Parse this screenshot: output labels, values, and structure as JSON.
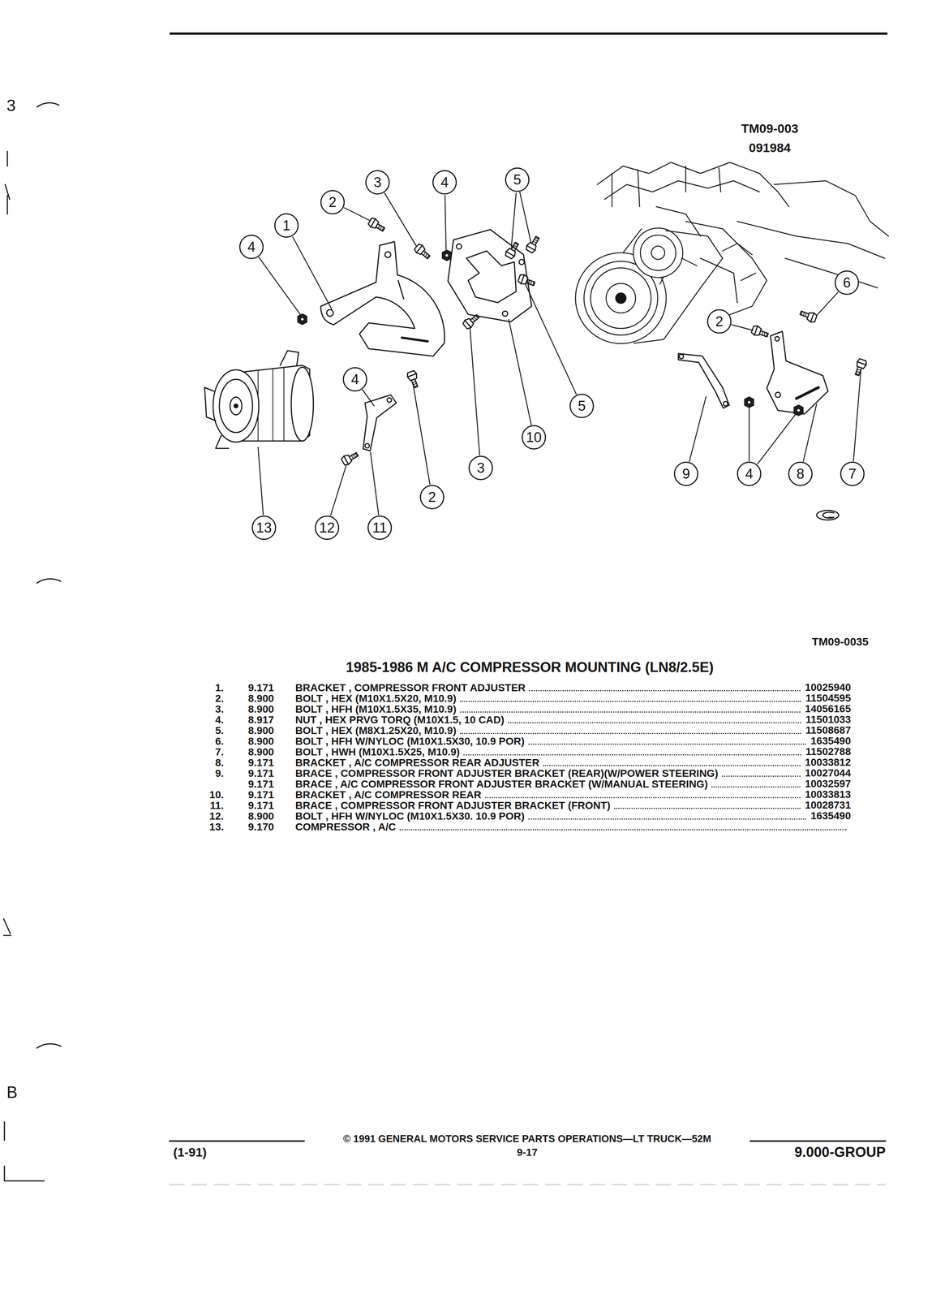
{
  "diagram": {
    "title": "1985-1986 M A/C COMPRESSOR MOUNTING (LN8/2.5E)",
    "nodes": [
      {
        "text": [
          "3"
        ]
      },
      {
        "text": [
          "4"
        ]
      },
      {
        "text": [
          "5"
        ]
      },
      {
        "text": [
          "2"
        ]
      },
      {
        "text": [
          "1"
        ]
      },
      {
        "text": [
          "4"
        ]
      },
      {
        "text": [
          "6"
        ]
      },
      {
        "text": [
          "2"
        ]
      },
      {
        "text": [
          "4"
        ]
      },
      {
        "text": [
          "5"
        ]
      },
      {
        "text": [
          "10"
        ]
      },
      {
        "text": [
          "3"
        ]
      },
      {
        "text": [
          "9"
        ]
      },
      {
        "text": [
          "4"
        ]
      },
      {
        "text": [
          "8"
        ]
      },
      {
        "text": [
          "7"
        ]
      },
      {
        "text": [
          "2"
        ]
      },
      {
        "text": [
          "13"
        ]
      },
      {
        "text": [
          "12"
        ]
      },
      {
        "text": [
          "11"
        ]
      }
    ],
    "labels": [
      "TM09-003",
      "091984",
      "TM09-0035",
      "1.",
      "9.171",
      "BRACKET , COMPRESSOR FRONT ADJUSTER",
      "10025940",
      "2.",
      "8.900",
      "BOLT , HEX (M10X1.5X20, M10.9)",
      "11504595",
      "3.",
      "8.900",
      "BOLT , HFH (M10X1.5X35, M10.9)",
      "14056165",
      "4.",
      "8.917",
      "NUT , HEX PRVG TORQ (M10X1.5, 10 CAD)",
      "11501033",
      "5.",
      "8.900",
      "BOLT , HEX (M8X1.25X20, M10.9)",
      "11508687",
      "6.",
      "8.900",
      "BOLT , HFH W/NYLOC (M10X1.5X30, 10.9 POR)",
      "1635490",
      "7.",
      "8.900",
      "BOLT , HWH (M10X1.5X25, M10.9)",
      "11502788",
      "8.",
      "9.171",
      "BRACKET , A/C COMPRESSOR REAR ADJUSTER",
      "10033812",
      "9.",
      "9.171",
      "BRACE , COMPRESSOR FRONT ADJUSTER BRACKET (REAR)(W/POWER STEERING)",
      "10027044",
      "9.171",
      "BRACE , A/C COMPRESSOR FRONT ADJUSTER BRACKET (W/MANUAL STEERING)",
      "10032597",
      "10.",
      "9.171",
      "BRACKET , A/C COMPRESSOR REAR",
      "10033813",
      "11.",
      "9.171",
      "BRACE , COMPRESSOR FRONT ADJUSTER BRACKET (FRONT)",
      "10028731",
      "12.",
      "8.900",
      "BOLT , HFH W/NYLOC (M10X1.5X30. 10.9 POR)",
      "1635490",
      "13.",
      "9.170",
      "COMPRESSOR , A/C",
      "© 1991 GENERAL MOTORS SERVICE PARTS OPERATIONS—LT TRUCK—52M",
      "(1-91)",
      "9-17",
      "9.000-GROUP",
      "3",
      "B"
    ]
  }
}
